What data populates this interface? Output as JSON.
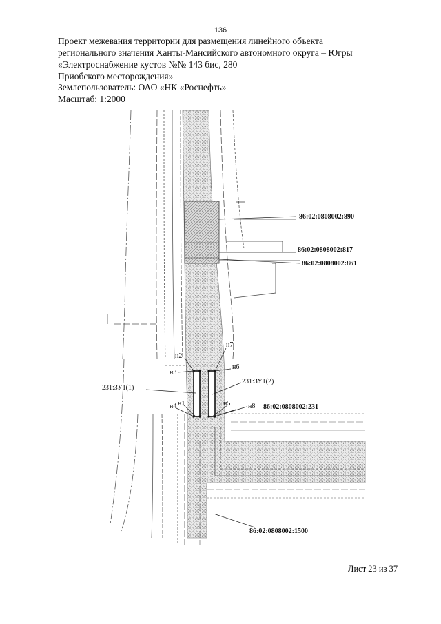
{
  "page_number": "136",
  "header": {
    "line1": "Проект межевания территории для размещения линейного объекта",
    "line2": "регионального значения Ханты-Мансийского автономного округа – Югры",
    "line3": "«Электроснабжение кустов №№ 143 бис, 280",
    "line4": "Приобского месторождения»",
    "line5": "Землепользователь: ОАО «НК «Роснефть»",
    "line6": "Масштаб: 1:2000"
  },
  "map": {
    "parcels": {
      "p890": "86:02:0808002:890",
      "p817": "86:02:0808002:817",
      "p861": "86:02:0808002:861",
      "p231": "86:02:0808002:231",
      "p1500": "86:02:0808002:1500"
    },
    "zones": {
      "zu1_1": "231:ЗУ1(1)",
      "zu1_2": "231:ЗУ1(2)"
    },
    "points": {
      "n1": "н1",
      "n2": "н2",
      "n3": "н3",
      "n4": "н4",
      "n5": "н5",
      "n6": "н6",
      "n7": "н7",
      "n8": "н8"
    }
  },
  "footer": {
    "sheet": "Лист 23 из 37"
  }
}
